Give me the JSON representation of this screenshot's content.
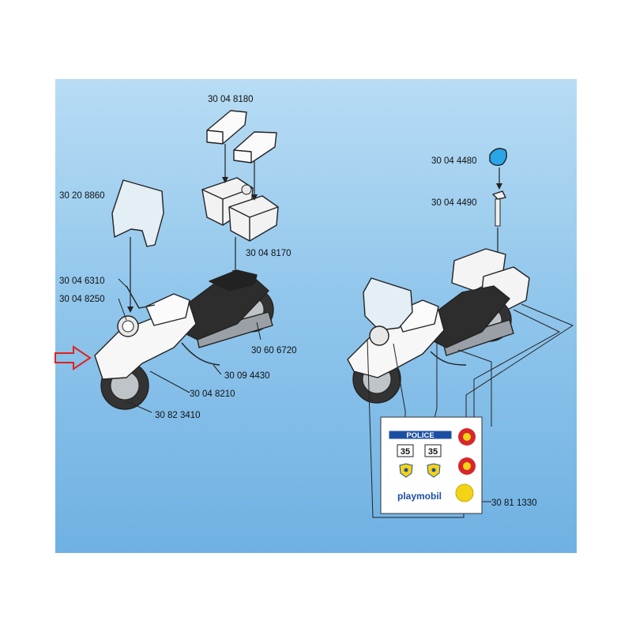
{
  "parts": {
    "p1": "30 04 8180",
    "p2": "30 20 8860",
    "p3": "30 04 8170",
    "p4": "30 04 6310",
    "p5": "30 04 8250",
    "p6": "30 60 6720",
    "p7": "30 09 4430",
    "p8": "30 04 8210",
    "p9": "30 82 3410",
    "p10": "30 04 4480",
    "p11": "30 04 4490",
    "p12": "30 81 1330"
  },
  "sticker_sheet": {
    "police": "POLICE",
    "number_left": "35",
    "number_right": "35",
    "brand": "playmobil"
  },
  "colors": {
    "background_top": "#b8dcf4",
    "background_bottom": "#6fb1e3",
    "pointer_arrow": "#e0221b",
    "police_blue": "#1c4fa3",
    "light_blue": "#2aa5e8",
    "sticker_red": "#d8262b",
    "sticker_yellow": "#f3d316"
  },
  "icons": [
    "red-outline-arrow-icon",
    "police-badge-icon",
    "star-badge-icon",
    "blue-light-icon"
  ]
}
